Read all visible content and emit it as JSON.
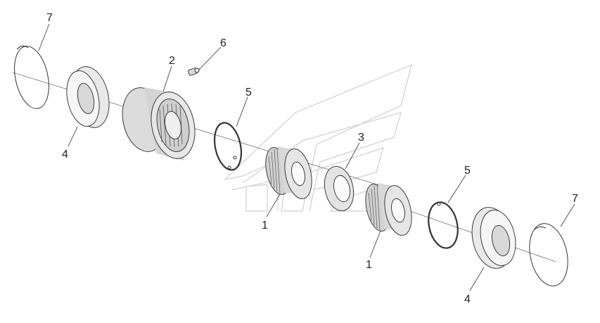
{
  "diagram": {
    "callouts": {
      "c1a": "1",
      "c1b": "1",
      "c2": "2",
      "c3": "3",
      "c4a": "4",
      "c4b": "4",
      "c5a": "5",
      "c5b": "5",
      "c6": "6",
      "c7a": "7",
      "c7b": "7"
    }
  }
}
